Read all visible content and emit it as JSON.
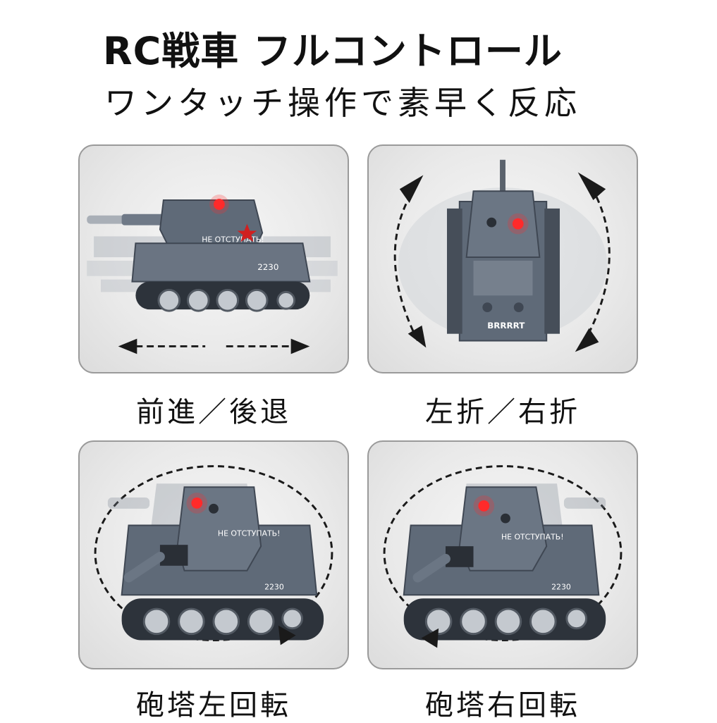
{
  "header": {
    "title": "RC戦車 フルコントロール",
    "subtitle": "ワンタッチ操作で素早く反応"
  },
  "panels": [
    {
      "caption": "前進／後退",
      "tank_marking": "НЕ ОТСТУПАТЬ!",
      "tank_number": "2230"
    },
    {
      "caption": "左折／右折",
      "tank_marking": "BRRRRT"
    },
    {
      "caption": "砲塔左回転",
      "tank_marking": "НЕ ОТСТУПАТЬ!",
      "tank_number": "2230"
    },
    {
      "caption": "砲塔右回転",
      "tank_marking": "НЕ ОТСТУПАТЬ!",
      "tank_number": "2230"
    }
  ],
  "colors": {
    "tank_body": "#5f6a78",
    "tank_dark": "#3f4753",
    "tank_light": "#8893a1",
    "light_red": "#ff2a2a",
    "arrow": "#1a1a1a"
  }
}
